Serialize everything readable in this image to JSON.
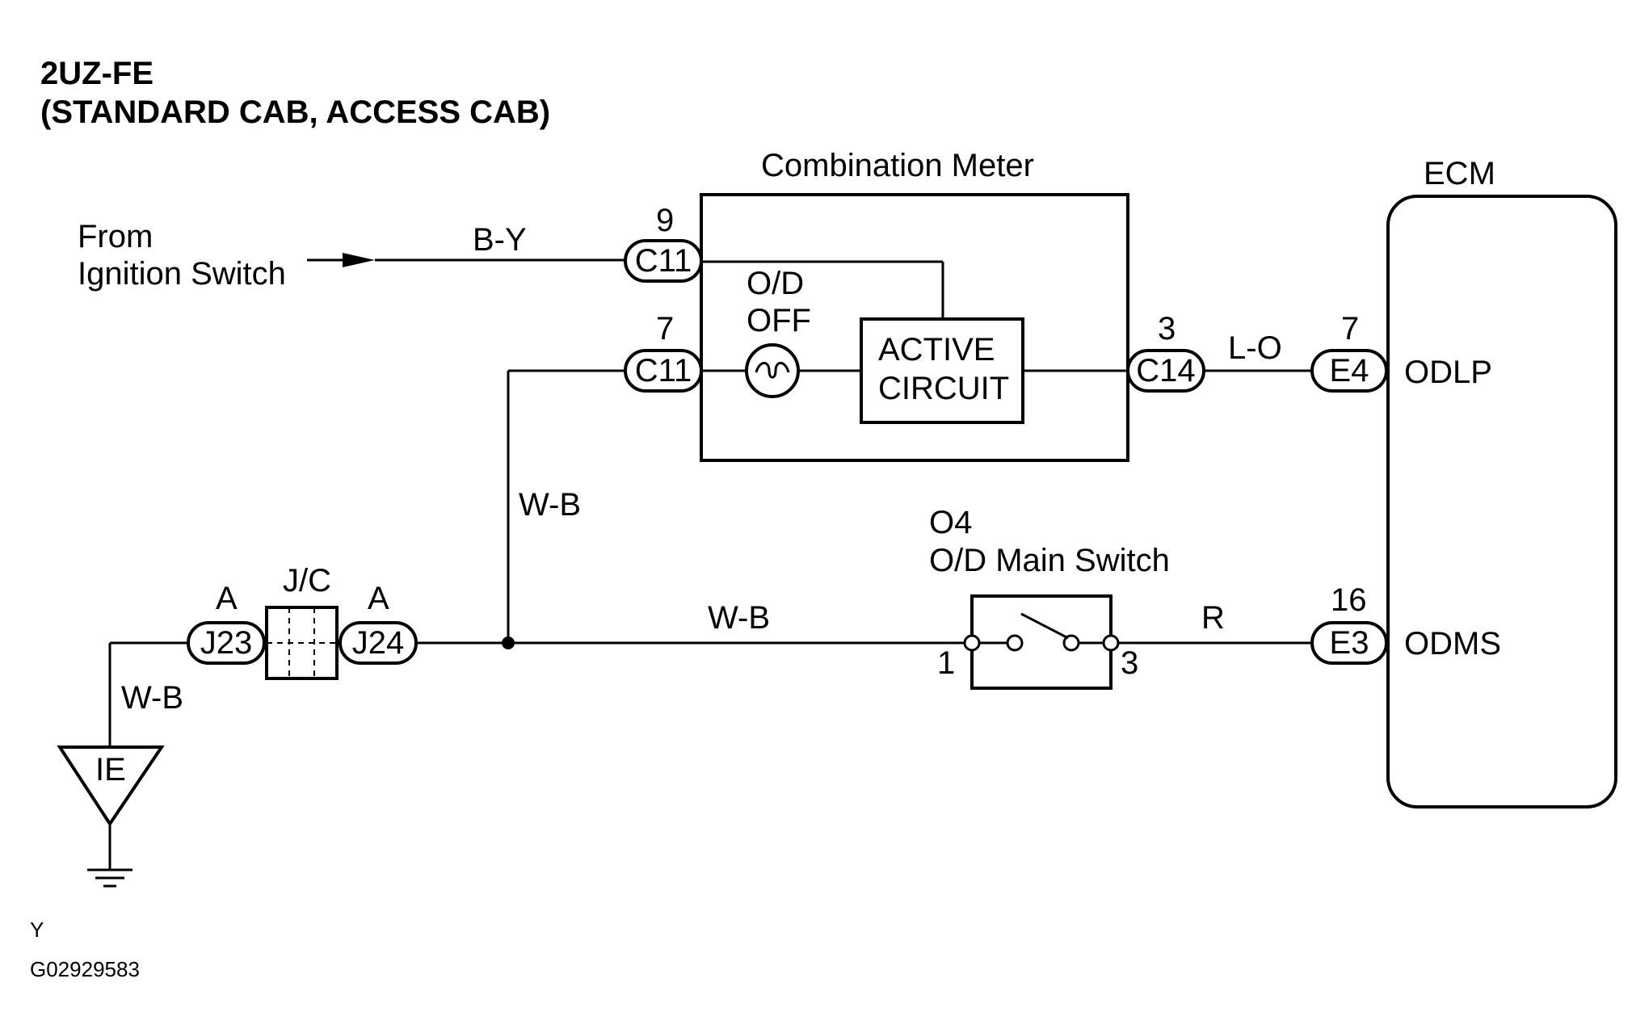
{
  "title": {
    "line1": "2UZ-FE",
    "line2": "(STANDARD CAB, ACCESS CAB)"
  },
  "source": {
    "line1": "From",
    "line2": "Ignition Switch"
  },
  "components": {
    "combination_meter": "Combination Meter",
    "ecm": "ECM",
    "od_off_lamp": {
      "line1": "O/D",
      "line2": "OFF"
    },
    "active_circuit": {
      "line1": "ACTIVE",
      "line2": "CIRCUIT"
    },
    "od_switch": {
      "code": "O4",
      "name": "O/D Main Switch",
      "pin_left": "1",
      "pin_right": "3"
    },
    "junction": "J/C",
    "ground": "IE"
  },
  "connectors": {
    "c11_top": {
      "label": "C11",
      "pin": "9"
    },
    "c11_bottom": {
      "label": "C11",
      "pin": "7"
    },
    "c14": {
      "label": "C14",
      "pin": "3"
    },
    "e4": {
      "label": "E4",
      "pin": "7"
    },
    "e3": {
      "label": "E3",
      "pin": "16"
    },
    "j23": {
      "label": "J23",
      "pin": "A"
    },
    "j24": {
      "label": "J24",
      "pin": "A"
    }
  },
  "wires": {
    "ignition": "B-Y",
    "meter_ground": "W-B",
    "switch_ground": "W-B",
    "ground_lead": "W-B",
    "odlp_wire": "L-O",
    "odms_wire": "R"
  },
  "ecm_terminals": {
    "odlp": "ODLP",
    "odms": "ODMS"
  },
  "footer": {
    "line1": "Y",
    "line2": "G02929583"
  }
}
